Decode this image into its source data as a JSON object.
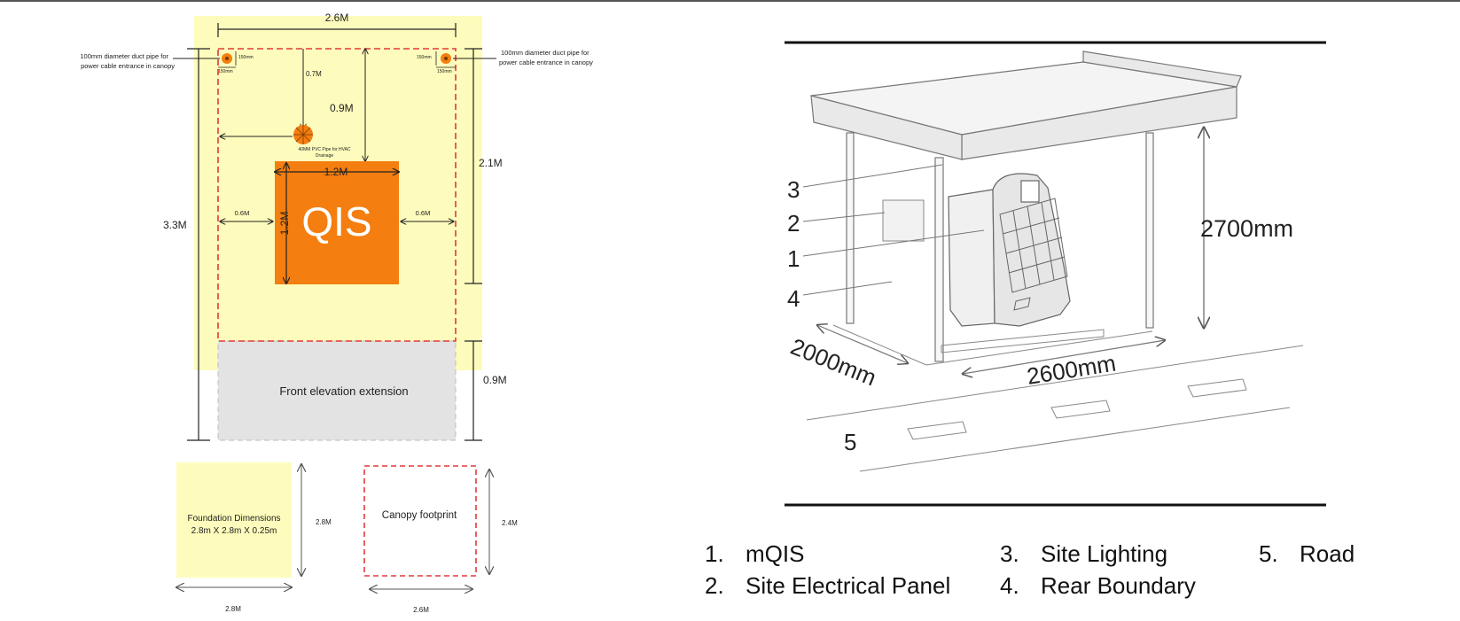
{
  "plan": {
    "width_top": "2.6M",
    "pipe_left_label_1": "100mm diameter duct pipe for",
    "pipe_left_label_2": "power cable entrance in canopy",
    "pipe_right_label_1": "100mm diameter duct pipe for",
    "pipe_right_label_2": "power cable entrance in canopy",
    "small_150_a": "150mm",
    "small_150_b": "150mm",
    "small_150_c": "150mm",
    "small_150_d": "150mm",
    "dim_07": "0.7M",
    "dim_09_inner": "0.9M",
    "hvac_label_1": "40MM PVC Pipe for HVAC",
    "hvac_label_2": "Drainage",
    "dim_21": "2.1M",
    "qis_width": "1.2M",
    "qis_height": "1.2M",
    "qis_text": "QIS",
    "dim_06_left": "0.6M",
    "dim_06_right": "0.6M",
    "dim_33": "3.3M",
    "dim_09_outer": "0.9M",
    "front_extension": "Front elevation extension"
  },
  "foundation": {
    "title_1": "Foundation Dimensions",
    "title_2": "2.8m X 2.8m X 0.25m",
    "height": "2.8M",
    "width": "2.8M"
  },
  "canopy": {
    "title": "Canopy footprint",
    "height": "2.4M",
    "width": "2.6M"
  },
  "illustration": {
    "callout_3": "3",
    "callout_2": "2",
    "callout_1": "1",
    "callout_4": "4",
    "callout_5": "5",
    "height_dim": "2700mm",
    "depth_dim": "2000mm",
    "width_dim": "2600mm"
  },
  "legend": [
    {
      "num": "1.",
      "label": "mQIS"
    },
    {
      "num": "2.",
      "label": "Site Electrical Panel"
    },
    {
      "num": "3.",
      "label": "Site Lighting"
    },
    {
      "num": "4.",
      "label": "Rear Boundary"
    },
    {
      "num": "5.",
      "label": "Road"
    }
  ],
  "colors": {
    "yellow": "#fdfcbc",
    "orange": "#f47e10",
    "red_dash": "#e03a3a",
    "grey": "#e3e3e3"
  }
}
